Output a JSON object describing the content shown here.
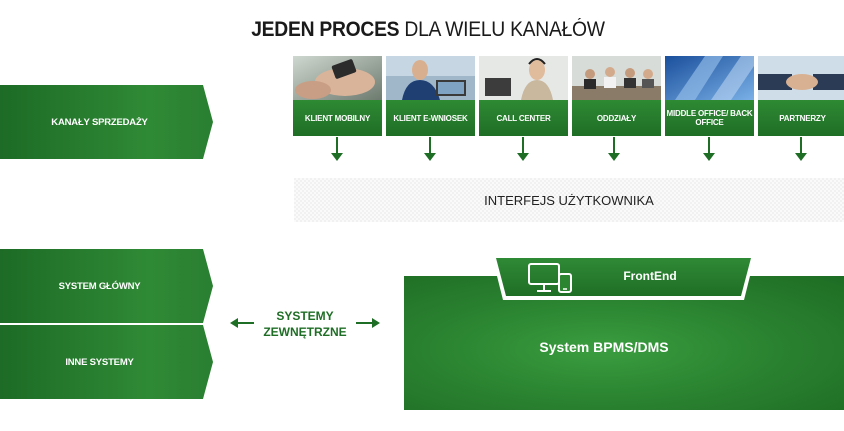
{
  "title": {
    "bold": "JEDEN PROCES",
    "light": "DLA WIELU KANAŁÓW"
  },
  "left_banners": [
    {
      "label": "KANAŁY SPRZEDAŻY"
    },
    {
      "label": "SYSTEM GŁÓWNY"
    },
    {
      "label": "INNE SYSTEMY"
    }
  ],
  "channels": [
    {
      "label": "KLIENT MOBILNY",
      "photo": "hand-phone-photo"
    },
    {
      "label": "KLIENT E-WNIOSEK",
      "photo": "man-laptop-photo"
    },
    {
      "label": "CALL CENTER",
      "photo": "headset-agent-photo"
    },
    {
      "label": "ODDZIAŁY",
      "photo": "meeting-room-photo"
    },
    {
      "label": "MIDDLE OFFICE/ BACK OFFICE",
      "photo": "office-tower-photo"
    },
    {
      "label": "PARTNERZY",
      "photo": "handshake-photo"
    }
  ],
  "user_interface": {
    "label": "INTERFEJS UŻYTKOWNIKA"
  },
  "external_systems": {
    "line1": "SYSTEMY",
    "line2": "ZEWNĘTRZNE"
  },
  "frontend": {
    "label": "FrontEnd",
    "icon": "desktop-mobile-icon"
  },
  "bpms": {
    "label": "System BPMS/DMS"
  },
  "colors": {
    "green_dark": "#1e6c24",
    "green_mid": "#2b8531",
    "green_light": "#3a9d3f",
    "band": "#f1f1f1"
  }
}
